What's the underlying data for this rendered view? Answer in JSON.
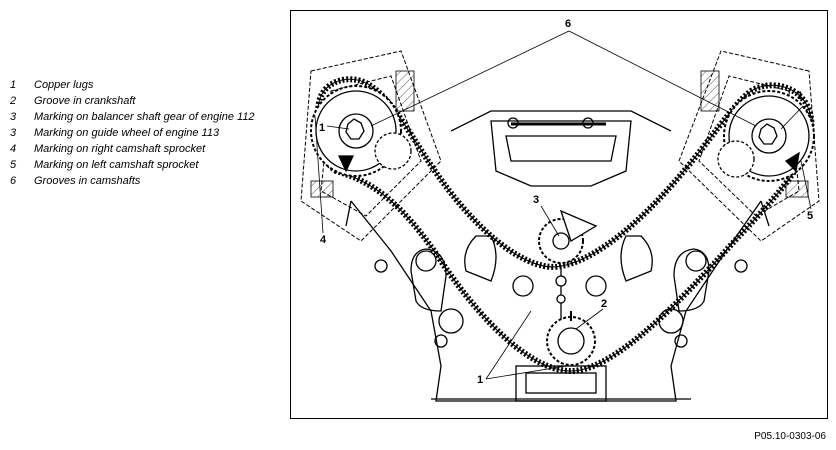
{
  "legend": [
    {
      "num": "1",
      "text": "Copper lugs"
    },
    {
      "num": "2",
      "text": "Groove in crankshaft"
    },
    {
      "num": "3",
      "text": "Marking on balancer shaft gear of engine 112"
    },
    {
      "num": "3",
      "text": "Marking on guide wheel of engine 113"
    },
    {
      "num": "4",
      "text": "Marking on right camshaft sprocket"
    },
    {
      "num": "5",
      "text": "Marking on left camshaft sprocket"
    },
    {
      "num": "6",
      "text": "Grooves in camshafts"
    }
  ],
  "callouts": {
    "c6": "6",
    "c1_left": "1",
    "c1_right": "1",
    "c3": "3",
    "c2": "2",
    "c1_bottom": "1",
    "c4": "4",
    "c5": "5"
  },
  "figure_code": "P05.10-0303-06"
}
